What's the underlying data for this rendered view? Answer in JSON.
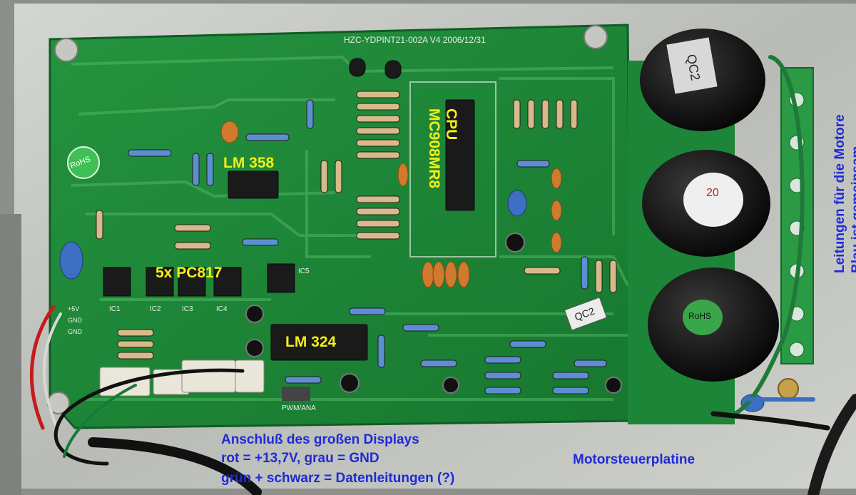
{
  "labels": {
    "lm358": "LM 358",
    "cpu_line1": "CPU",
    "cpu_line2": "MC908MR8",
    "pc817": "5x PC817",
    "lm324": "LM 324",
    "display_line1": "Anschluß des großen Displays",
    "display_line2": "rot = +13,7V, grau = GND",
    "display_line3": "grün + schwarz = Datenleitungen (?)",
    "board_caption": "Motorsteuerplatine",
    "motor_line1": "Leitungen für die Motore",
    "motor_line2": "Blau ist gemeinsam"
  },
  "board": {
    "silkscreen_top": "HZC-YDPINT21-002A V4 2006/12/31",
    "rohs_badge": "RoHS",
    "qc_sticker": "QC2",
    "qc_cap": "QC2",
    "cap_rohs": "RoHS",
    "cap_value": "20",
    "pins_left": [
      "+5V",
      "GND",
      "GND"
    ],
    "ic_labels": [
      "IC1",
      "IC2",
      "IC3",
      "IC4",
      "IC5"
    ],
    "pwm_label": "PWM/ANA"
  },
  "colors": {
    "pcb_green": "#1f8a3a",
    "label_yellow": "#f2ef1a",
    "label_blue": "#1e2bd8",
    "capacitor_black": "#151515",
    "heatsink_silver": "#c9cbc6"
  }
}
